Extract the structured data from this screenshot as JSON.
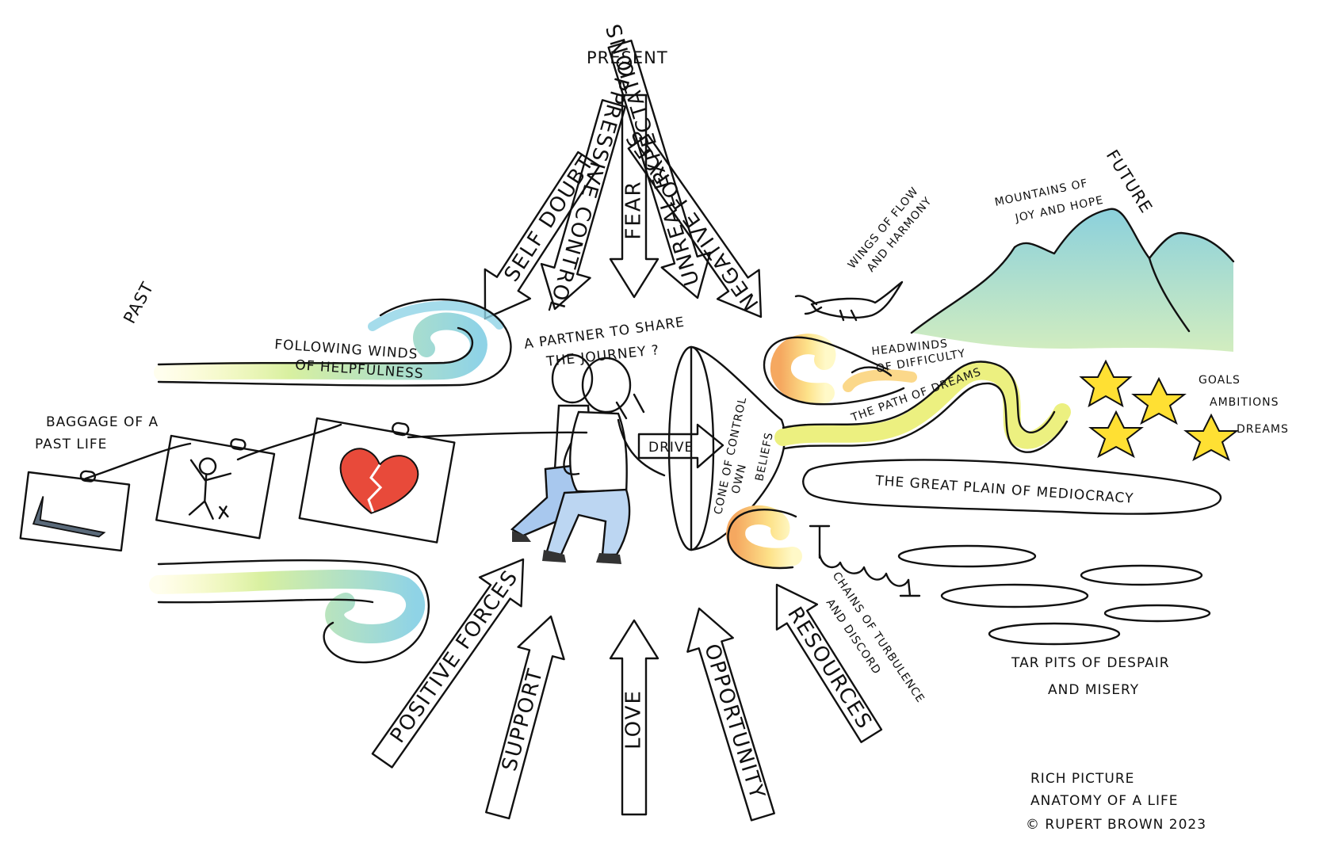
{
  "regions": {
    "past": "PAST",
    "present": "PRESENT",
    "future": "FUTURE"
  },
  "negative_arrows": [
    {
      "id": "self-doubt",
      "label": "SELF DOUBT"
    },
    {
      "id": "oppressive-control",
      "label": "OPPRESSIVE CONTROL"
    },
    {
      "id": "fear",
      "label": "FEAR"
    },
    {
      "id": "unreal-expectations",
      "label": "UNREAL EXPECTATIONS"
    },
    {
      "id": "negative-forces",
      "label": "NEGATIVE FORCES"
    }
  ],
  "positive_arrows": [
    {
      "id": "positive-forces",
      "label": "POSITIVE FORCES"
    },
    {
      "id": "support",
      "label": "SUPPORT"
    },
    {
      "id": "love",
      "label": "LOVE"
    },
    {
      "id": "opportunity",
      "label": "OPPORTUNITY"
    },
    {
      "id": "resources",
      "label": "RESOURCES"
    }
  ],
  "notes": {
    "following_winds": [
      "FOLLOWING WINDS",
      "OF HELPFULNESS"
    ],
    "partner": [
      "A PARTNER TO SHARE",
      "THE JOURNEY ?"
    ],
    "baggage": [
      "BAGGAGE OF A",
      "PAST LIFE"
    ],
    "drive": "DRIVE",
    "cone": [
      "CONE OF CONTROL",
      "OWN",
      "BELIEFS"
    ],
    "wings": [
      "WINGS OF FLOW",
      "AND HARMONY"
    ],
    "headwinds": [
      "HEADWINDS",
      "OF DIFFICULTY"
    ],
    "path": "THE PATH OF DREAMS",
    "mountains": [
      "MOUNTAINS OF",
      "JOY AND HOPE"
    ],
    "goals": [
      "GOALS",
      "AMBITIONS",
      "DREAMS"
    ],
    "plain": "THE GREAT PLAIN OF MEDIOCRACY",
    "chains": [
      "CHAINS OF TURBULENCE",
      "AND DISCORD"
    ],
    "tar_pits": [
      "TAR PITS OF DESPAIR",
      "AND MISERY"
    ]
  },
  "credit": [
    "RICH PICTURE",
    "ANATOMY OF A LIFE",
    "© RUPERT BROWN 2023"
  ],
  "colors": {
    "negative_arrow": "#f08a8a",
    "negative_mid": "#f5a860",
    "negative_tail": "#fff27a",
    "positive_arrow": "#6cc6e8",
    "positive_mid": "#9fd878",
    "positive_tail": "#fff27a",
    "wind": "#8fd3e6",
    "mountain": "#8fd2d8",
    "star": "#ffe033",
    "heart": "#e84a3a",
    "tar": "#5a4a4a",
    "plain": "#e8ecf4"
  }
}
